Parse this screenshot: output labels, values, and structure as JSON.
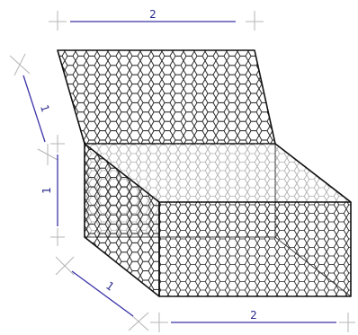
{
  "dimensions": {
    "top_width": "2",
    "lid_depth": "1",
    "height": "1",
    "bottom_depth": "1",
    "bottom_width": "2"
  },
  "colors": {
    "mesh_dark": "#1a1a1a",
    "mesh_light": "#b0b0b0",
    "dimension": "#3b34a8",
    "dimension_text": "#2a2a8c",
    "marker": "#aaaaaa"
  }
}
